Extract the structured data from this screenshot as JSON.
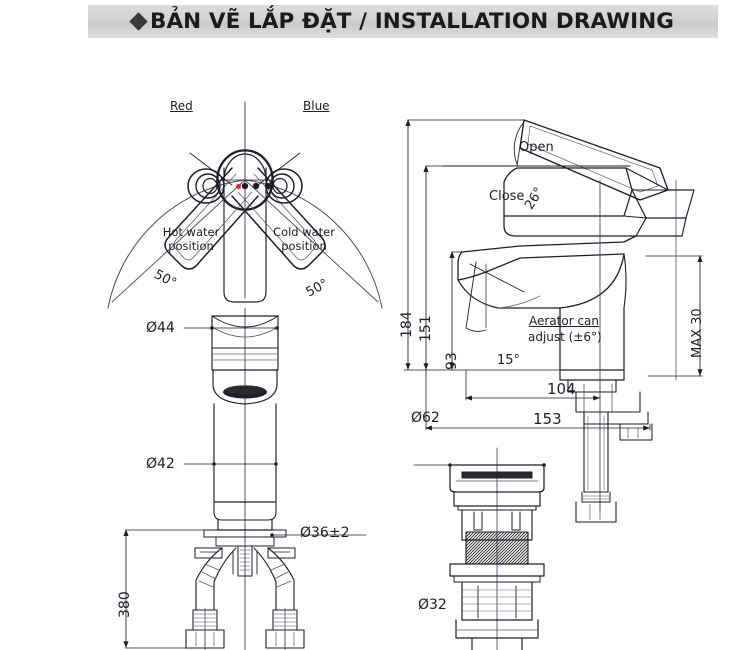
{
  "header": {
    "icon": "diamond-bullet",
    "title": "BẢN VẼ LẮP ĐẶT / INSTALLATION DRAWING"
  },
  "views": {
    "top_view": {
      "name": "handle-top-view",
      "labels": {
        "red": "Red",
        "blue": "Blue",
        "hot_line1": "Hot water",
        "hot_line2": "position",
        "cold_line1": "Cold water",
        "cold_line2": "position",
        "angle_left": "50°",
        "angle_right": "50°"
      },
      "markers": {
        "red_dot_color": "#e8201f"
      }
    },
    "front_view": {
      "name": "faucet-front-view",
      "dimensions": {
        "d44": "Ø44",
        "d42": "Ø42",
        "d36": "Ø36±2",
        "h380": "380"
      }
    },
    "side_view": {
      "name": "faucet-side-view",
      "labels": {
        "open": "Open",
        "close": "Close",
        "lever_angle": "26°",
        "aerator_line1": "Aerator can",
        "aerator_line2": "adjust (±6°)",
        "aerator_angle": "15°"
      },
      "dimensions": {
        "h184": "184",
        "h151": "151",
        "h93": "93",
        "w104": "104",
        "w153": "153",
        "max30": "MAX 30"
      }
    },
    "drain_view": {
      "name": "pop-up-drain-view",
      "dimensions": {
        "d62": "Ø62",
        "d32": "Ø32"
      }
    }
  },
  "colors": {
    "line": "#1d1d2b",
    "header_bg": "#d6d6d6",
    "red_marker": "#e8201f",
    "centerline": "#2b3a5c"
  }
}
